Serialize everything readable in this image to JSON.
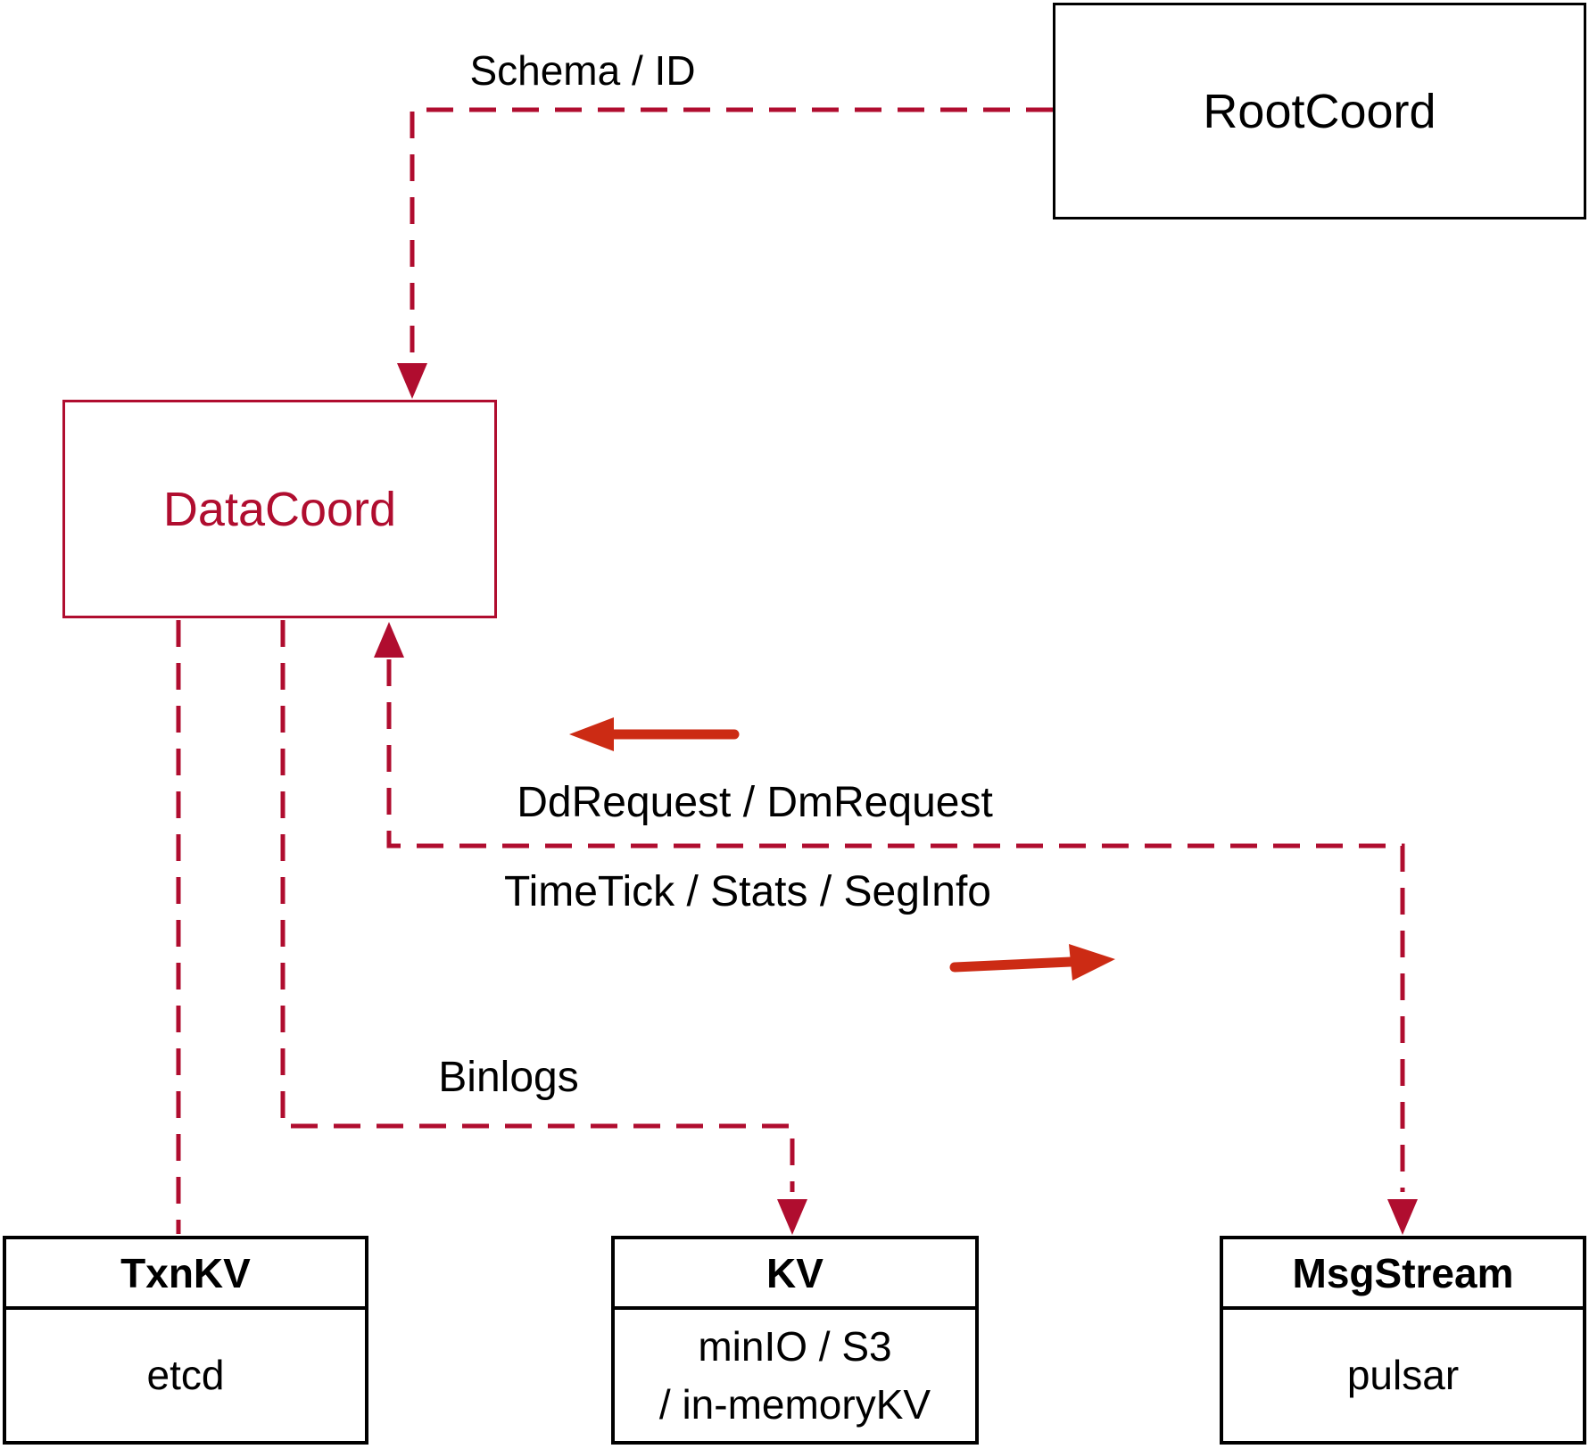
{
  "colors": {
    "crimson": "#b00d2f",
    "vermilion": "#cc2b14",
    "box_border": "#000000",
    "text": "#000000",
    "background": "#ffffff"
  },
  "nodes": {
    "rootcoord": {
      "label": "RootCoord"
    },
    "datacoord": {
      "label": "DataCoord"
    },
    "txnkv": {
      "header": "TxnKV",
      "body": "etcd"
    },
    "kv": {
      "header": "KV",
      "body_line1": "minIO / S3",
      "body_line2": "/ in-memoryKV"
    },
    "msgstream": {
      "header": "MsgStream",
      "body": "pulsar"
    }
  },
  "labels": {
    "schema_id": "Schema / ID",
    "ddrequest": "DdRequest / DmRequest",
    "timetick": "TimeTick / Stats / SegInfo",
    "binlogs": "Binlogs"
  },
  "edges": [
    {
      "from": "RootCoord",
      "to": "DataCoord",
      "label": "Schema / ID",
      "style": "dashed",
      "arrow": "into DataCoord top"
    },
    {
      "from": "DataCoord",
      "to": "TxnKV",
      "label": "",
      "style": "dashed",
      "arrow": "none"
    },
    {
      "from": "DataCoord",
      "to": "KV",
      "label": "Binlogs",
      "style": "dashed",
      "arrow": "into KV top"
    },
    {
      "from": "MsgStream",
      "to": "DataCoord",
      "label": "DdRequest / DmRequest",
      "style": "dashed",
      "arrow": "into DataCoord bottom"
    },
    {
      "from": "DataCoord",
      "to": "MsgStream",
      "label": "TimeTick / Stats / SegInfo",
      "style": "dashed",
      "arrow": "into MsgStream top"
    }
  ]
}
